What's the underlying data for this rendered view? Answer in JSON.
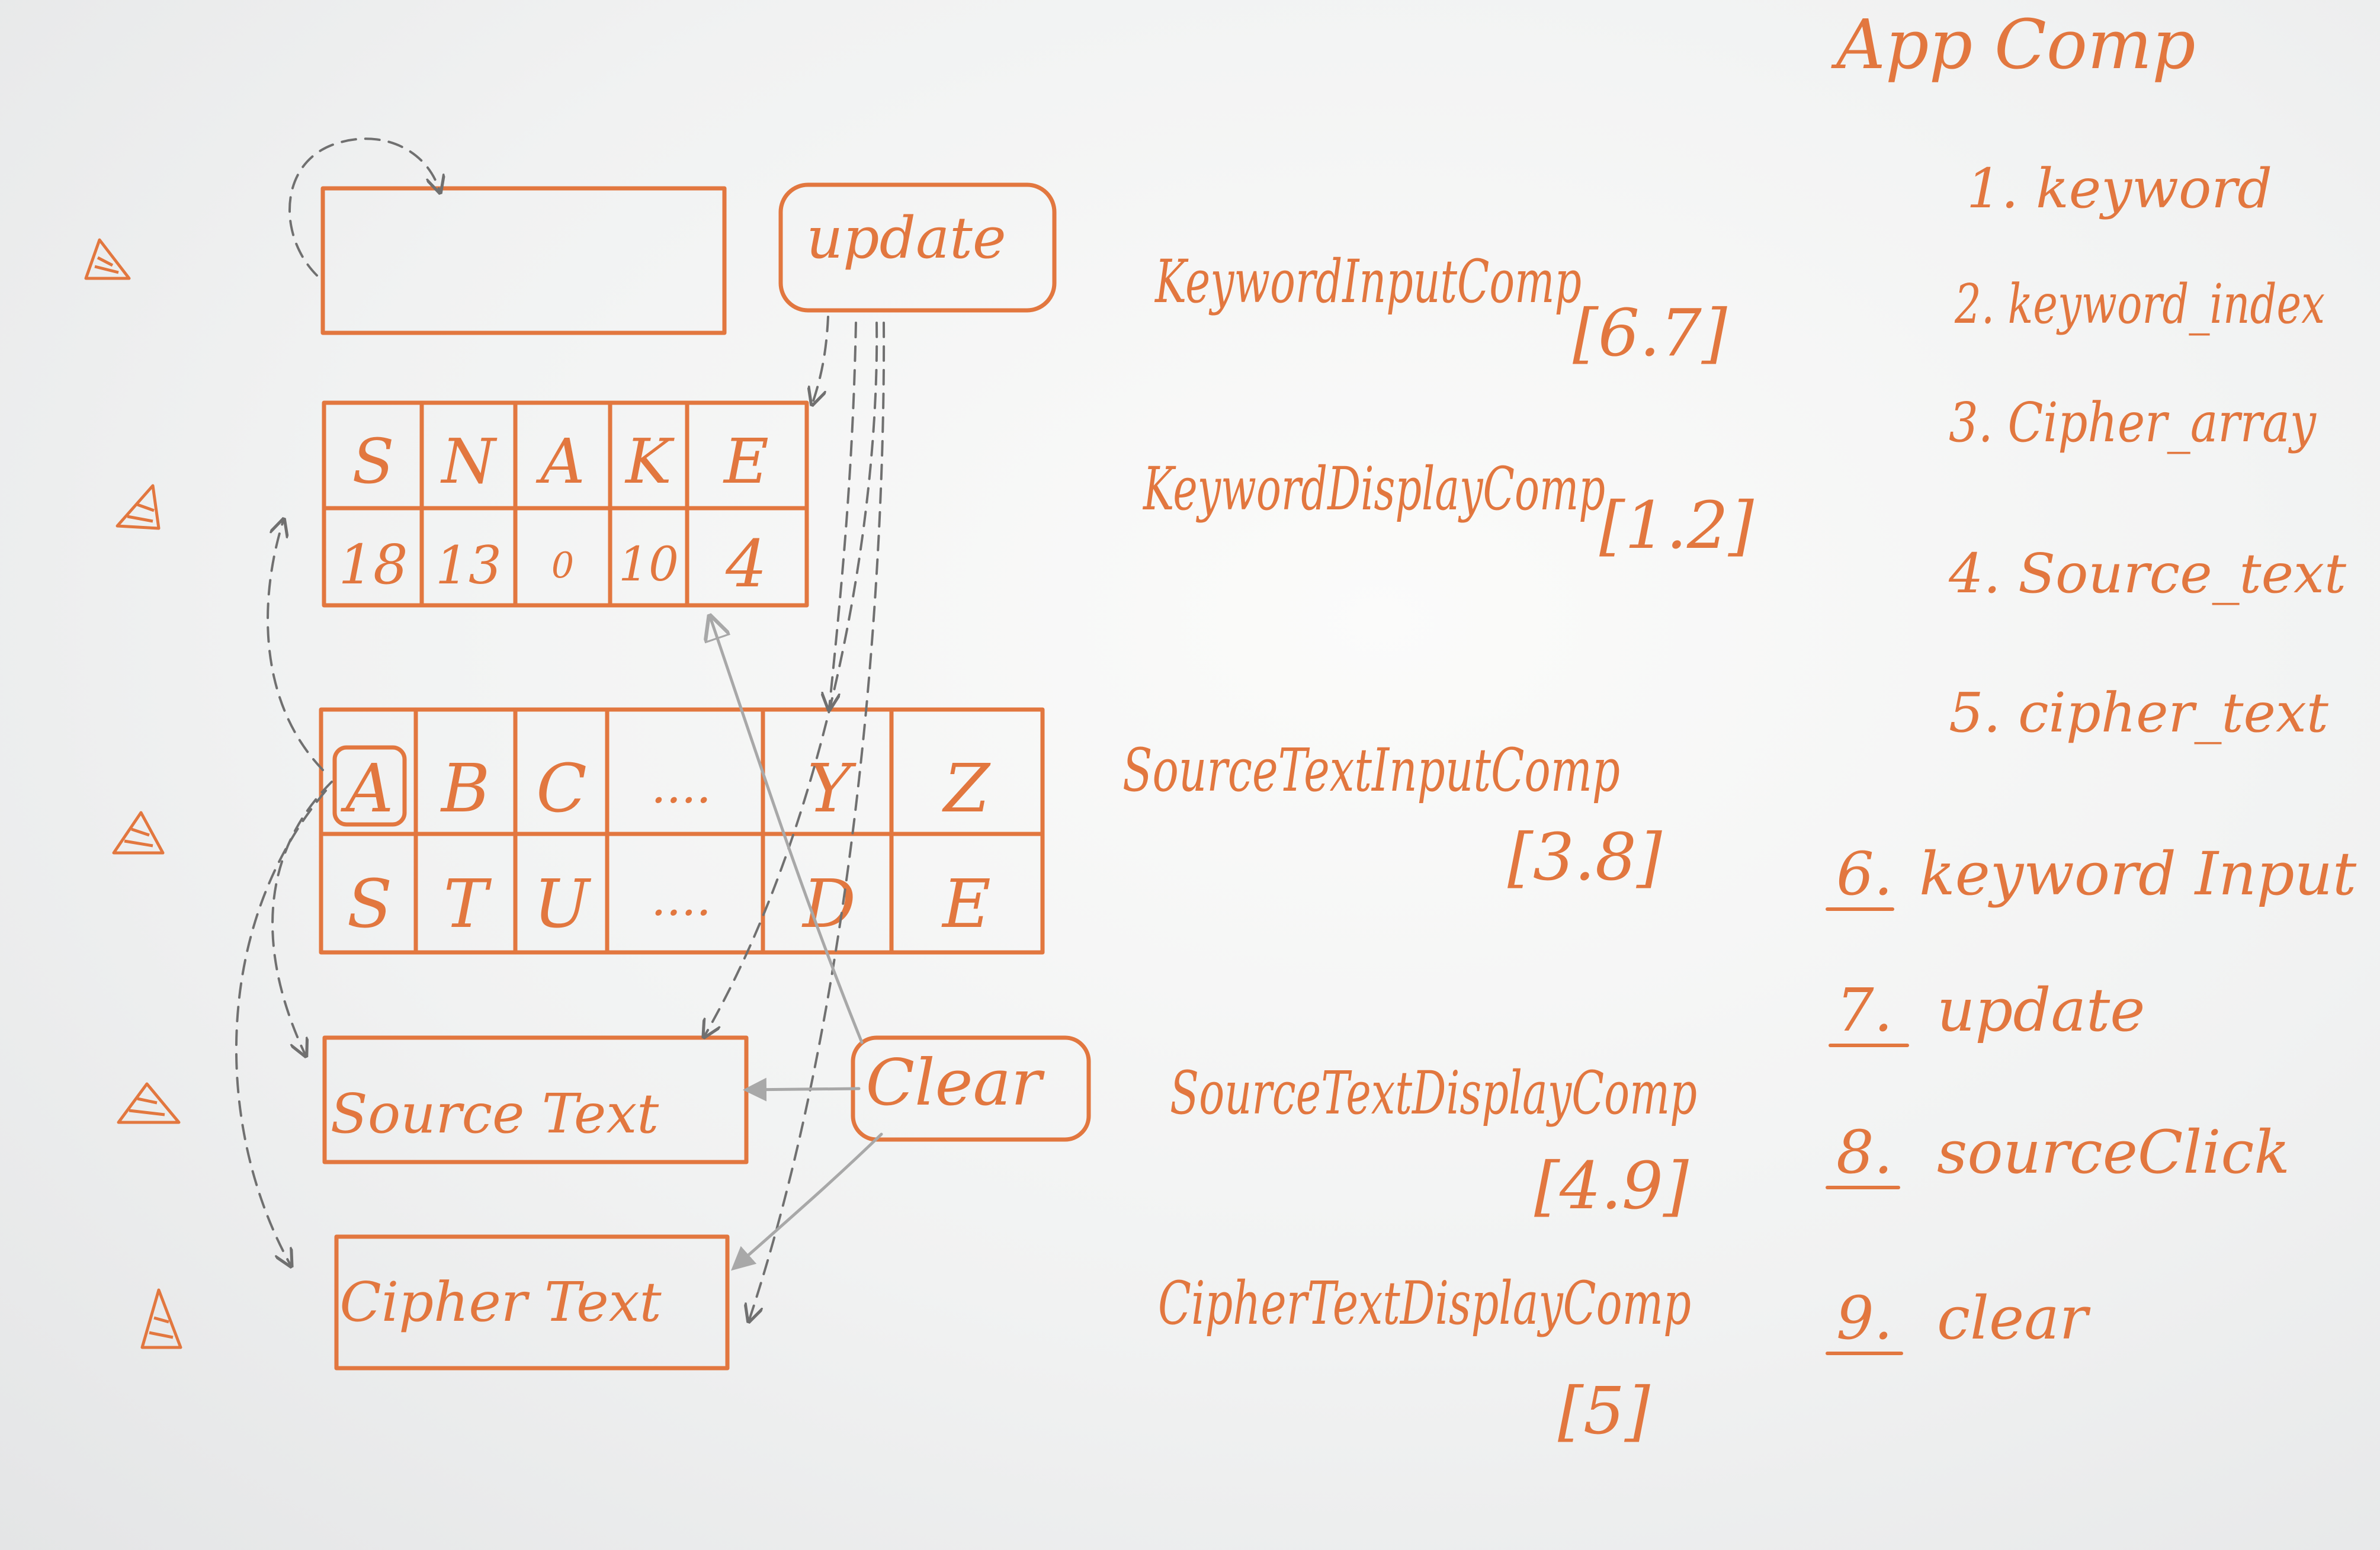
{
  "colors": {
    "ink": "#e2773f",
    "dashed": "#707070",
    "arrow": "#a8a8a8",
    "board": "#f4f4f3"
  },
  "icons": [
    "triangle-marker-icon"
  ],
  "diagram": {
    "update_button": "update",
    "clear_button": "Clear",
    "keyword_row": [
      "S",
      "N",
      "A",
      "K",
      "E"
    ],
    "keyword_index_row": [
      "18",
      "13",
      "0",
      "10",
      "4"
    ],
    "alphabet_row": [
      "A",
      "B",
      "C",
      "....",
      "Y",
      "Z"
    ],
    "cipher_row": [
      "S",
      "T",
      "U",
      "....",
      "D",
      "E"
    ],
    "source_text_box": "Source Text",
    "cipher_text_box": "Cipher Text"
  },
  "components": [
    {
      "name": "KeywordInputComp",
      "props": "[6.7]"
    },
    {
      "name": "KeywordDisplayComp",
      "props": "[1.2]"
    },
    {
      "name": "SourceTextInputComp",
      "props": "[3.8]"
    },
    {
      "name": "SourceTextDisplayComp",
      "props": "[4.9]"
    },
    {
      "name": "CipherTextDisplayComp",
      "props": "[5]"
    }
  ],
  "app": {
    "title": "App Comp",
    "state": [
      "1. keyword",
      "2. keyword_index",
      "3. Cipher_array",
      "4. Source_text",
      "5. cipher_text"
    ],
    "methods": [
      {
        "num": "6.",
        "label": "keyword Input"
      },
      {
        "num": "7.",
        "label": "update"
      },
      {
        "num": "8.",
        "label": "sourceClick"
      },
      {
        "num": "9.",
        "label": "clear"
      }
    ]
  }
}
